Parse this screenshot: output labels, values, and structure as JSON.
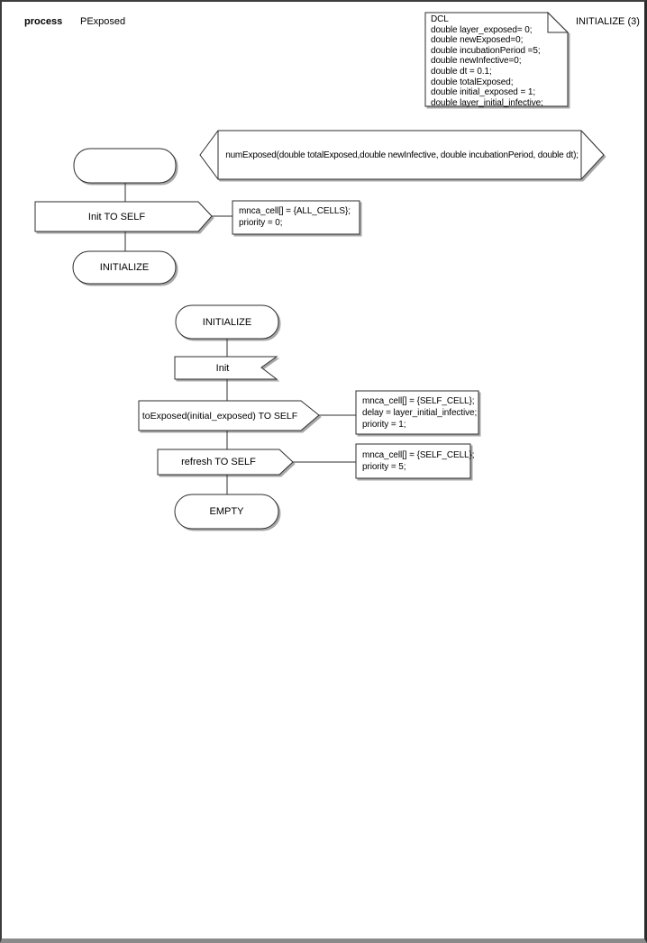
{
  "page": {
    "kind_label": "process",
    "name_label": "PExposed",
    "page_ref_label": "INITIALIZE (3)"
  },
  "colors": {
    "stroke": "#2e2e2e",
    "shadow": "#a8a8a8",
    "background": "#ffffff"
  },
  "declarations": {
    "title": "DCL",
    "lines": [
      "double layer_exposed= 0;",
      "double newExposed=0;",
      "double incubationPeriod =5;",
      "double newInfective=0;",
      "double dt = 0.1;",
      "double totalExposed;",
      "double initial_exposed = 1;",
      "double layer_initial_infective;"
    ]
  },
  "procedure": {
    "signature": "numExposed(double totalExposed,double newInfective, double incubationPeriod, double dt);"
  },
  "flow1": {
    "output_label": "Init TO SELF",
    "comment_lines": [
      "mnca_cell[] = {ALL_CELLS};",
      "priority = 0;"
    ],
    "next_state_label": "INITIALIZE"
  },
  "flow2": {
    "state_label": "INITIALIZE",
    "input_label": "Init",
    "send_exposed_label": "toExposed(initial_exposed) TO SELF",
    "send_exposed_comment": [
      "mnca_cell[] = {SELF_CELL};",
      "delay = layer_initial_infective;",
      "priority = 1;"
    ],
    "send_refresh_label": "refresh TO SELF",
    "send_refresh_comment": [
      "mnca_cell[] = {SELF_CELL};",
      "priority = 5;"
    ],
    "end_state_label": "EMPTY"
  }
}
